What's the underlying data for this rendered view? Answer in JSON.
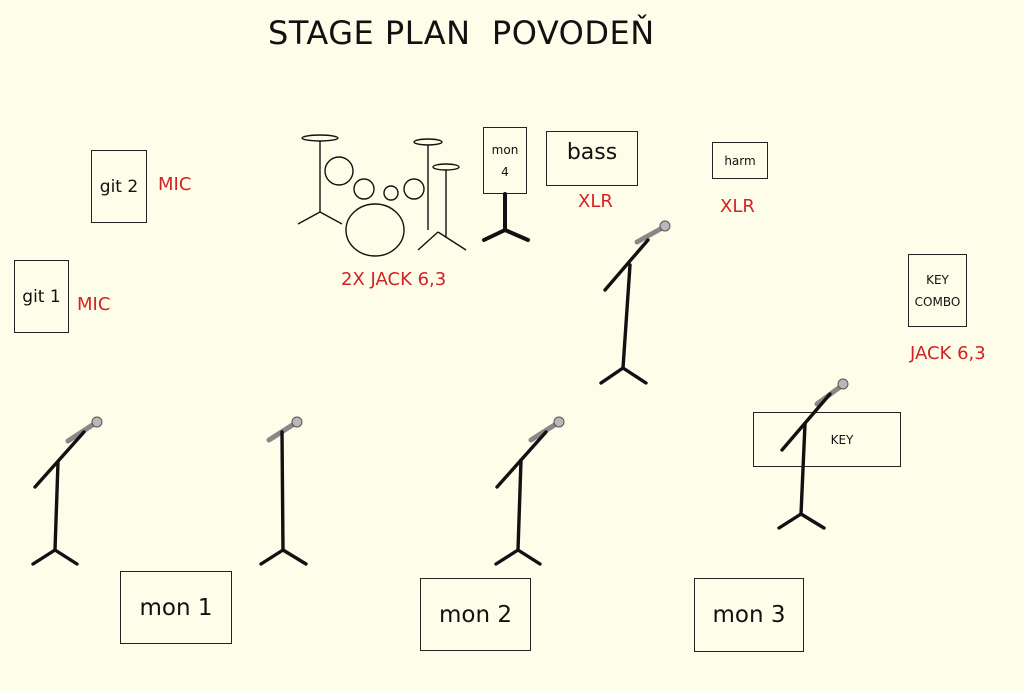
{
  "title": "STAGE PLAN  POVODEŇ",
  "instruments": {
    "git2": "git 2",
    "git1": "git 1",
    "mon4_line1": "mon",
    "mon4_line2": "4",
    "bass": "bass",
    "harm": "harm",
    "key_combo_line1": "KEY",
    "key_combo_line2": "COMBO",
    "key": "KEY"
  },
  "monitors": {
    "mon1": "mon 1",
    "mon2": "mon 2",
    "mon3": "mon 3"
  },
  "connections": {
    "git2_mic": "MIC",
    "git1_mic": "MIC",
    "drums": "2X JACK 6,3",
    "bass_xlr": "XLR",
    "harm_xlr": "XLR",
    "key_jack": "JACK 6,3"
  },
  "colors": {
    "background": "#fdfde9",
    "line": "#111111",
    "label_red": "#d42222"
  }
}
